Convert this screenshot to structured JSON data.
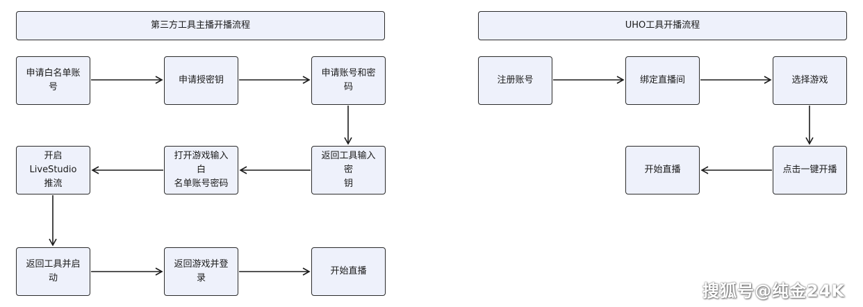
{
  "left_flow": {
    "title": "第三方工具主播开播流程",
    "steps": {
      "s1": "申请白名单账号",
      "s2": "申请授密钥",
      "s3": "申请账号和密码",
      "s4": "返回工具输入密\n钥",
      "s5": "打开游戏输入白\n名单账号密码",
      "s6": "开启LiveStudio\n推流",
      "s7": "返回工具并启动",
      "s8": "返回游戏并登录",
      "s9": "开始直播"
    }
  },
  "right_flow": {
    "title": "UHO工具开播流程",
    "steps": {
      "r1": "注册账号",
      "r2": "绑定直播间",
      "r3": "选择游戏",
      "r4": "点击一键开播",
      "r5": "开始直播"
    }
  },
  "watermark": "搜狐号@纯金24K"
}
